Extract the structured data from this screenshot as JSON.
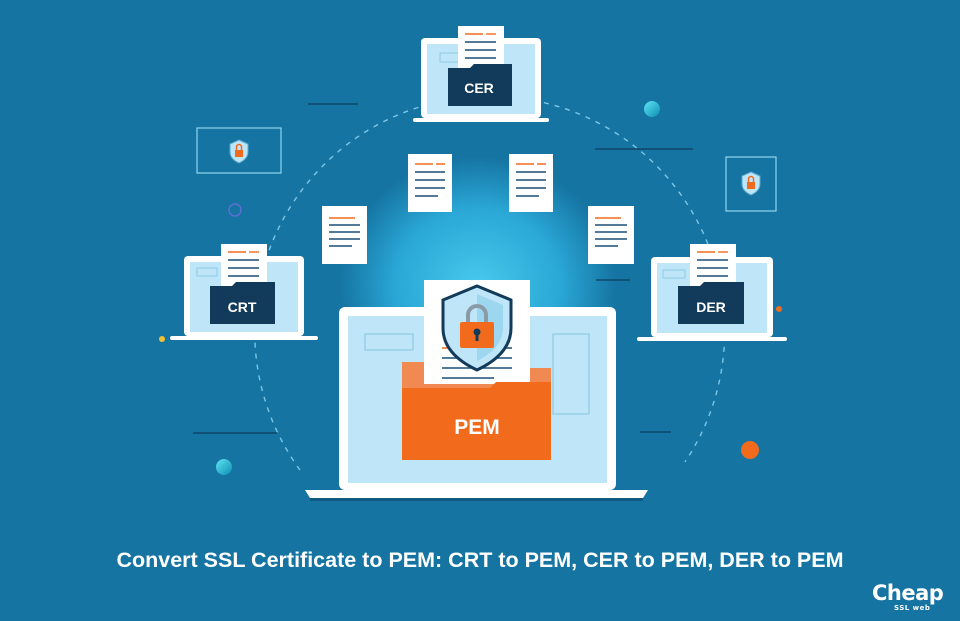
{
  "banner": {
    "title": "Convert SSL Certificate to PEM: CRT to PEM, CER to PEM, DER to PEM"
  },
  "folders": {
    "cer": "CER",
    "crt": "CRT",
    "der": "DER",
    "pem": "PEM"
  },
  "brand": {
    "name": "Cheap",
    "sub": "SSL web"
  },
  "colors": {
    "background": "#1574a2",
    "orange": "#f26b1d",
    "navy": "#123a5a",
    "screen": "#bfe6f8"
  },
  "icons": [
    "shield-lock-icon",
    "document-icon",
    "folder-icon",
    "laptop-icon",
    "padlock-icon"
  ]
}
